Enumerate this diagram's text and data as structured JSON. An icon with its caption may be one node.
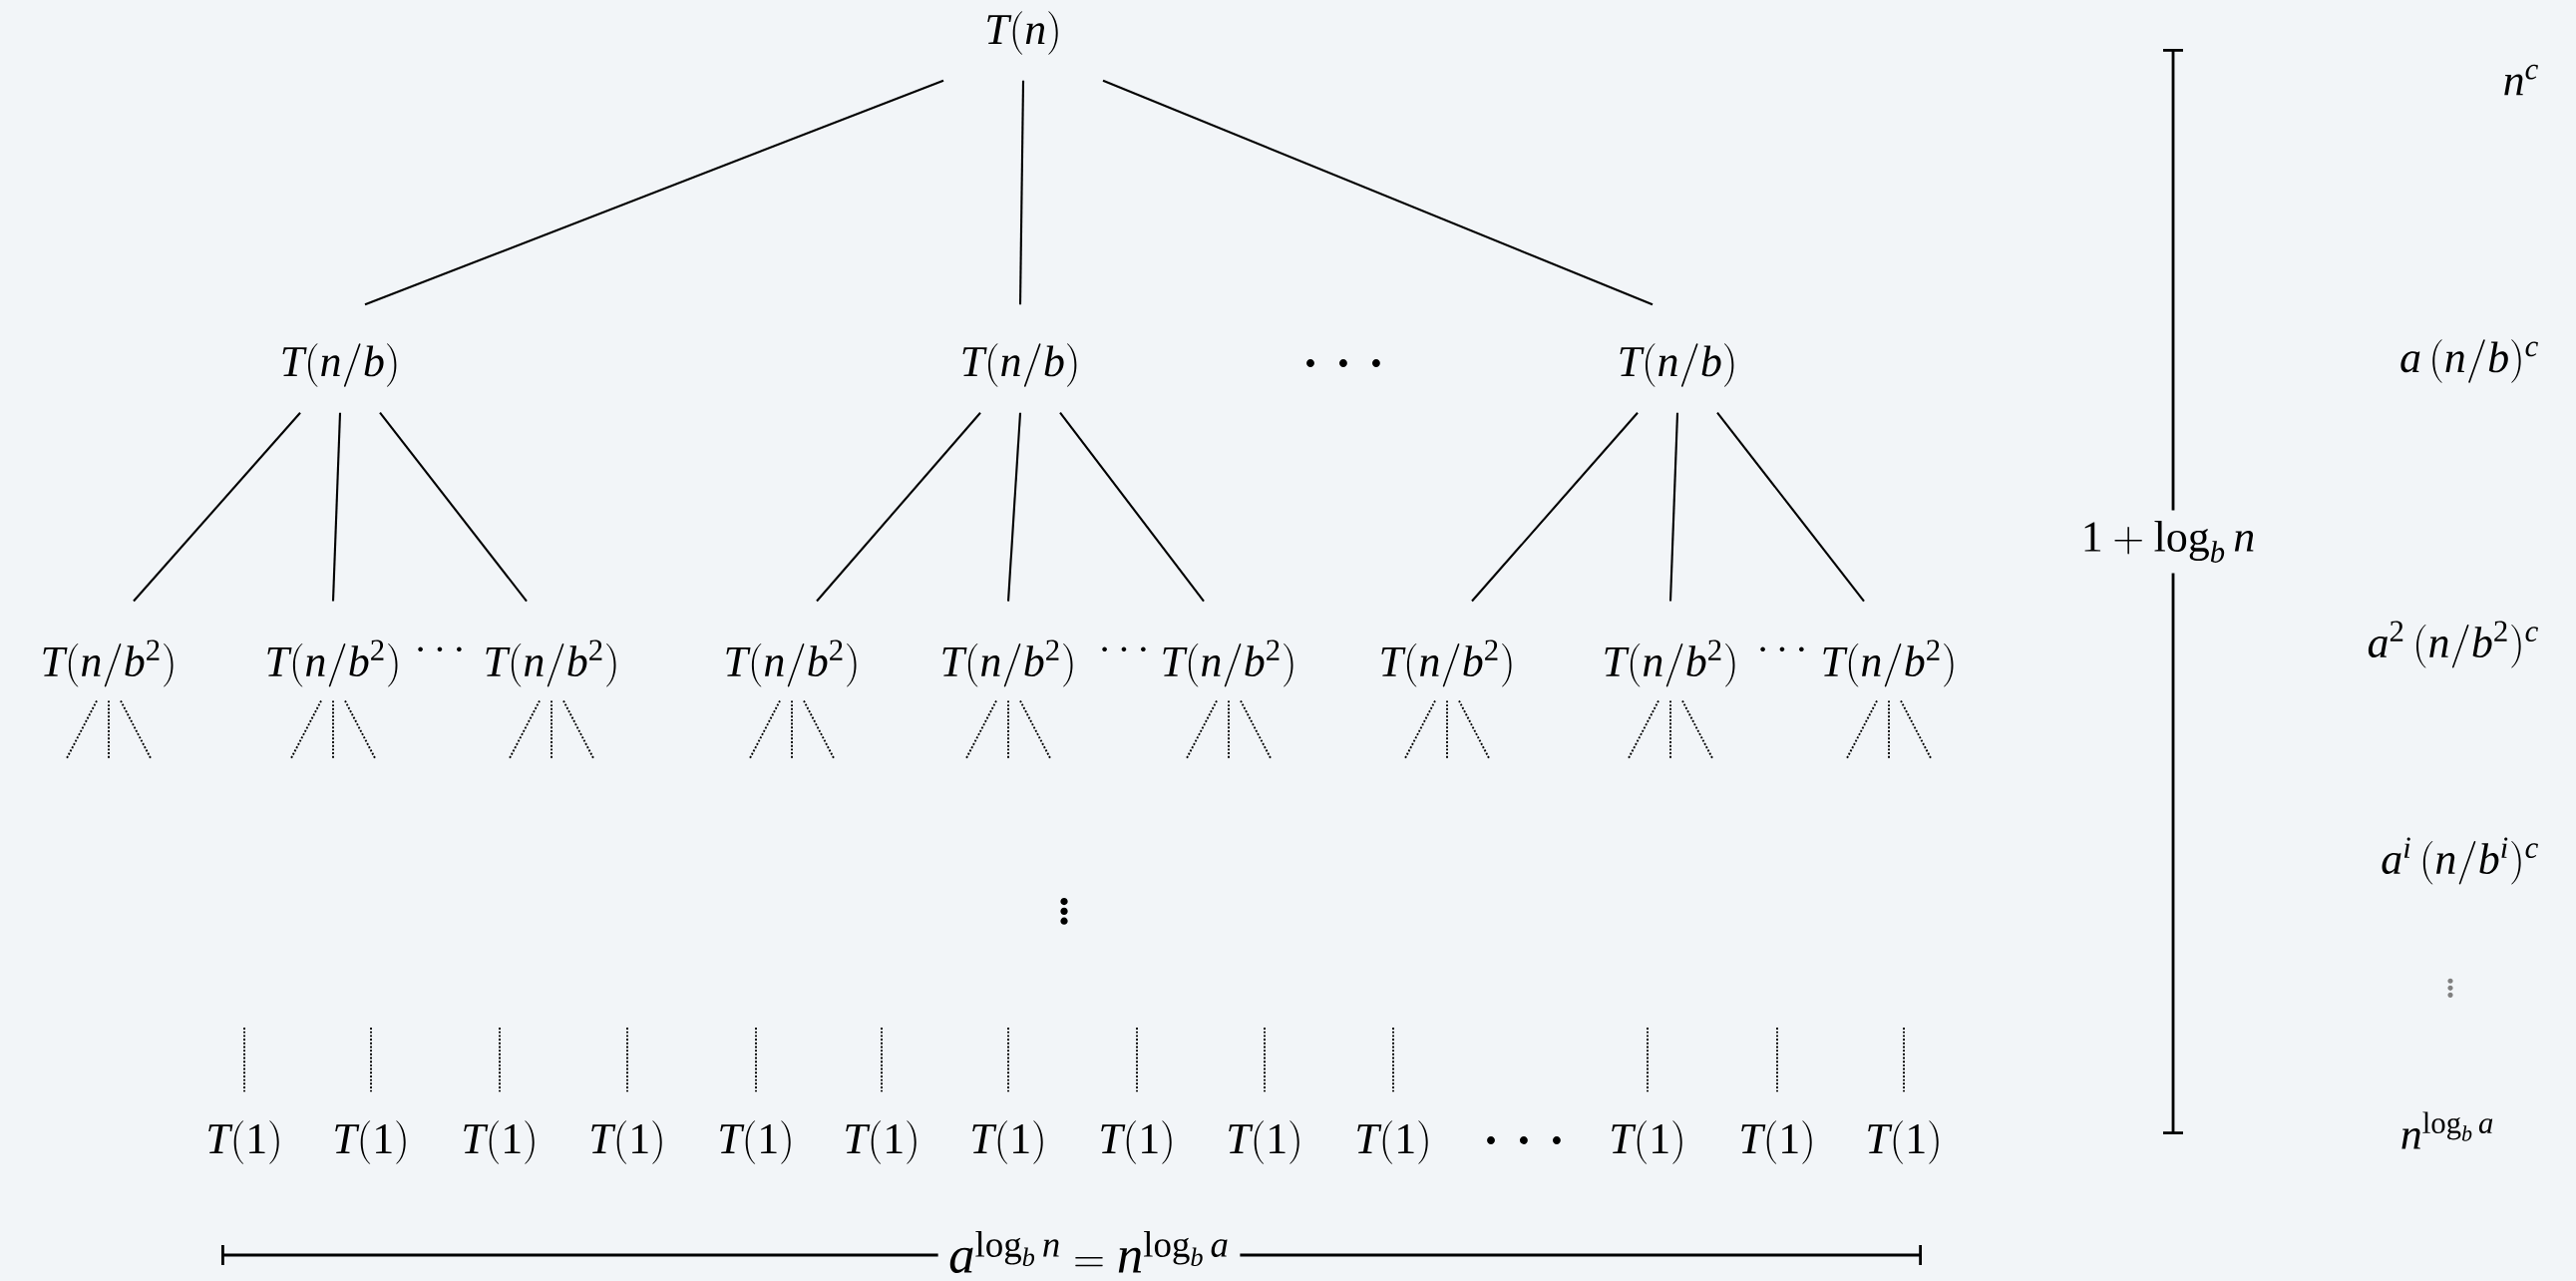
{
  "diagram": {
    "nodes": [
      {
        "text": [
          "T(n)"
        ]
      },
      {
        "text": [
          "T(n/b)"
        ]
      },
      {
        "text": [
          "T(n/b)"
        ]
      },
      {
        "text": [
          "T(n/b)"
        ]
      },
      {
        "text": [
          "T(n/b^2)"
        ]
      },
      {
        "text": [
          "T(n/b^2)"
        ]
      },
      {
        "text": [
          "T(n/b^2)"
        ]
      },
      {
        "text": [
          "T(n/b^2)"
        ]
      },
      {
        "text": [
          "T(n/b^2)"
        ]
      },
      {
        "text": [
          "T(n/b^2)"
        ]
      },
      {
        "text": [
          "T(n/b^2)"
        ]
      },
      {
        "text": [
          "T(n/b^2)"
        ]
      },
      {
        "text": [
          "T(n/b^2)"
        ]
      },
      {
        "text": [
          "T(1)"
        ]
      },
      {
        "text": [
          "T(1)"
        ]
      },
      {
        "text": [
          "T(1)"
        ]
      },
      {
        "text": [
          "T(1)"
        ]
      },
      {
        "text": [
          "T(1)"
        ]
      },
      {
        "text": [
          "T(1)"
        ]
      },
      {
        "text": [
          "T(1)"
        ]
      },
      {
        "text": [
          "T(1)"
        ]
      },
      {
        "text": [
          "T(1)"
        ]
      },
      {
        "text": [
          "T(1)"
        ]
      },
      {
        "text": [
          "T(1)"
        ]
      },
      {
        "text": [
          "T(1)"
        ]
      },
      {
        "text": [
          "T(1)"
        ]
      }
    ],
    "edges": [
      {
        "from": 0,
        "to": 1,
        "arrow": "none"
      },
      {
        "from": 0,
        "to": 2,
        "arrow": "none"
      },
      {
        "from": 0,
        "to": 3,
        "arrow": "none"
      },
      {
        "from": 1,
        "to": 4,
        "arrow": "none"
      },
      {
        "from": 1,
        "to": 5,
        "arrow": "none"
      },
      {
        "from": 1,
        "to": 6,
        "arrow": "none"
      },
      {
        "from": 2,
        "to": 7,
        "arrow": "none"
      },
      {
        "from": 2,
        "to": 8,
        "arrow": "none"
      },
      {
        "from": 2,
        "to": 9,
        "arrow": "none"
      },
      {
        "from": 3,
        "to": 10,
        "arrow": "none"
      },
      {
        "from": 3,
        "to": 11,
        "arrow": "none"
      },
      {
        "from": 3,
        "to": 12,
        "arrow": "none"
      },
      {
        "from": 4,
        "to": null,
        "arrow": "none",
        "style": "dashed"
      },
      {
        "from": 4,
        "to": null,
        "arrow": "none",
        "style": "dashed"
      },
      {
        "from": 4,
        "to": null,
        "arrow": "none",
        "style": "dashed"
      },
      {
        "from": 5,
        "to": null,
        "arrow": "none",
        "style": "dashed"
      },
      {
        "from": 5,
        "to": null,
        "arrow": "none",
        "style": "dashed"
      },
      {
        "from": 5,
        "to": null,
        "arrow": "none",
        "style": "dashed"
      },
      {
        "from": 6,
        "to": null,
        "arrow": "none",
        "style": "dashed"
      },
      {
        "from": 6,
        "to": null,
        "arrow": "none",
        "style": "dashed"
      },
      {
        "from": 6,
        "to": null,
        "arrow": "none",
        "style": "dashed"
      },
      {
        "from": 7,
        "to": null,
        "arrow": "none",
        "style": "dashed"
      },
      {
        "from": 7,
        "to": null,
        "arrow": "none",
        "style": "dashed"
      },
      {
        "from": 7,
        "to": null,
        "arrow": "none",
        "style": "dashed"
      },
      {
        "from": 8,
        "to": null,
        "arrow": "none",
        "style": "dashed"
      },
      {
        "from": 8,
        "to": null,
        "arrow": "none",
        "style": "dashed"
      },
      {
        "from": 8,
        "to": null,
        "arrow": "none",
        "style": "dashed"
      },
      {
        "from": 9,
        "to": null,
        "arrow": "none",
        "style": "dashed"
      },
      {
        "from": 9,
        "to": null,
        "arrow": "none",
        "style": "dashed"
      },
      {
        "from": 9,
        "to": null,
        "arrow": "none",
        "style": "dashed"
      },
      {
        "from": 10,
        "to": null,
        "arrow": "none",
        "style": "dashed"
      },
      {
        "from": 10,
        "to": null,
        "arrow": "none",
        "style": "dashed"
      },
      {
        "from": 10,
        "to": null,
        "arrow": "none",
        "style": "dashed"
      },
      {
        "from": 11,
        "to": null,
        "arrow": "none",
        "style": "dashed"
      },
      {
        "from": 11,
        "to": null,
        "arrow": "none",
        "style": "dashed"
      },
      {
        "from": 11,
        "to": null,
        "arrow": "none",
        "style": "dashed"
      },
      {
        "from": 12,
        "to": null,
        "arrow": "none",
        "style": "dashed"
      },
      {
        "from": 12,
        "to": null,
        "arrow": "none",
        "style": "dashed"
      },
      {
        "from": 12,
        "to": null,
        "arrow": "none",
        "style": "dashed"
      },
      {
        "from": null,
        "to": 13,
        "arrow": "none",
        "style": "dashed"
      },
      {
        "from": null,
        "to": 14,
        "arrow": "none",
        "style": "dashed"
      },
      {
        "from": null,
        "to": 15,
        "arrow": "none",
        "style": "dashed"
      },
      {
        "from": null,
        "to": 16,
        "arrow": "none",
        "style": "dashed"
      },
      {
        "from": null,
        "to": 17,
        "arrow": "none",
        "style": "dashed"
      },
      {
        "from": null,
        "to": 18,
        "arrow": "none",
        "style": "dashed"
      },
      {
        "from": null,
        "to": 19,
        "arrow": "none",
        "style": "dashed"
      },
      {
        "from": null,
        "to": 20,
        "arrow": "none",
        "style": "dashed"
      },
      {
        "from": null,
        "to": 21,
        "arrow": "none",
        "style": "dashed"
      },
      {
        "from": null,
        "to": 22,
        "arrow": "none",
        "style": "dashed"
      },
      {
        "from": null,
        "to": 24,
        "arrow": "none",
        "style": "dashed"
      },
      {
        "from": null,
        "to": 25,
        "arrow": "none",
        "style": "dashed"
      },
      {
        "from": null,
        "to": 23,
        "arrow": "none",
        "style": "dashed"
      }
    ],
    "labels": [
      "n^c",
      "\\cdots",
      "a\\,(n/b)^c",
      "1+\\log_b n",
      "\\cdots",
      "\\cdots",
      "\\cdots",
      "a^2\\,(n/b^2)^c",
      "a^i\\,(n/b^i)^c",
      "\\vdots",
      "\\vdots",
      "\\cdots",
      "n^{\\log_b a}",
      "a^{\\log_b n}=n^{\\log_b a}"
    ]
  }
}
